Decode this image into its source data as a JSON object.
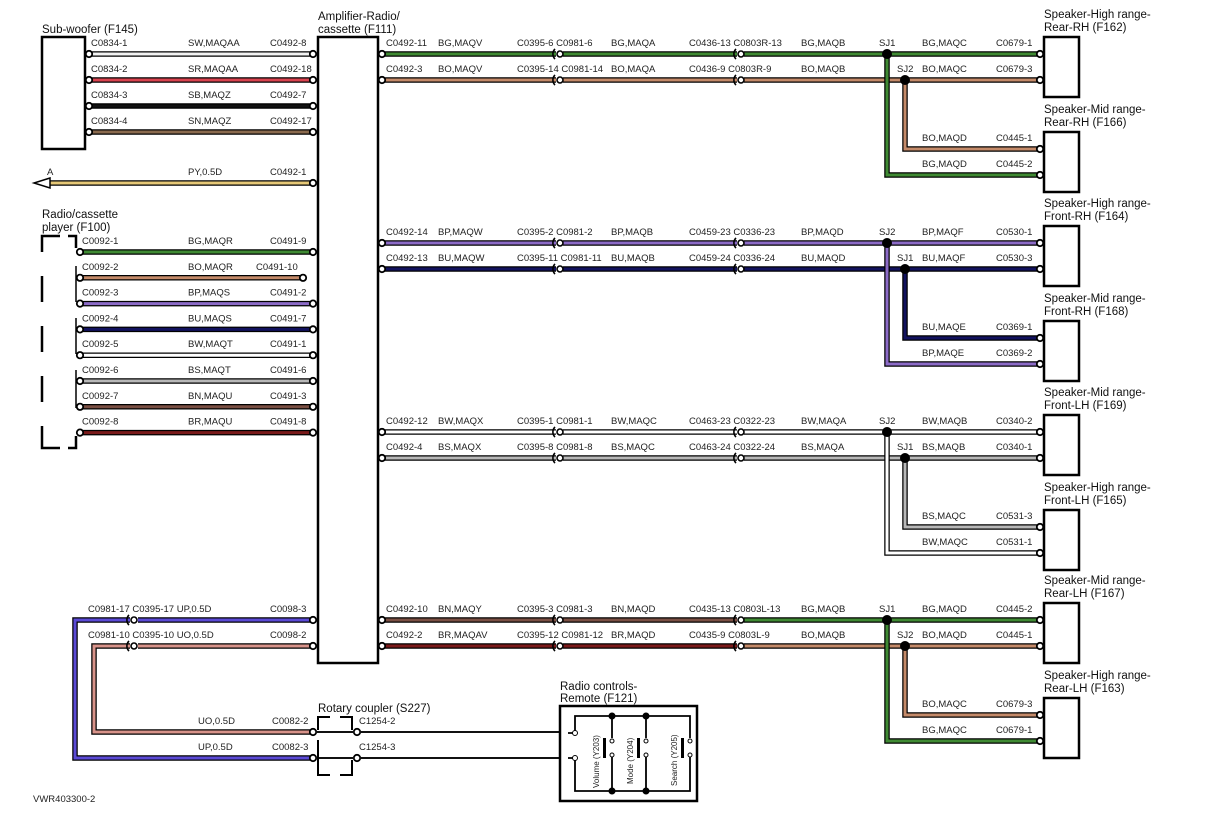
{
  "figure_id": "VWR403300-2",
  "wire_colors": {
    "SW": "#f2f2f2",
    "SR": "#d9434f",
    "SB": "#111111",
    "SN": "#8a6a4e",
    "PY": "#e6c877",
    "BG": "#3f8a33",
    "BO": "#c48a69",
    "BP": "#8c6bc7",
    "BU": "#12125e",
    "BW": "#ffffff",
    "BS": "#b8b8b8",
    "BN": "#7a4f43",
    "BR": "#7a1a1a",
    "UP": "#5b4ad6",
    "UO": "#d8938a",
    "PLAIN": "#111111"
  },
  "components": {
    "subwoofer": "Sub-woofer (F145)",
    "amplifier": [
      "Amplifier-Radio/",
      "cassette (F111)"
    ],
    "radio_player": [
      "Radio/cassette",
      "player (F100)"
    ],
    "f162": [
      "Speaker-High range-",
      "Rear-RH (F162)"
    ],
    "f166": [
      "Speaker-Mid range-",
      "Rear-RH (F166)"
    ],
    "f164": [
      "Speaker-High range-",
      "Front-RH (F164)"
    ],
    "f168": [
      "Speaker-Mid range-",
      "Front-RH (F168)"
    ],
    "f169": [
      "Speaker-Mid range-",
      "Front-LH (F169)"
    ],
    "f165": [
      "Speaker-High range-",
      "Front-LH (F165)"
    ],
    "f167": [
      "Speaker-Mid range-",
      "Rear-LH (F167)"
    ],
    "f163": [
      "Speaker-High range-",
      "Rear-LH (F163)"
    ],
    "rotary": "Rotary coupler (S227)",
    "remote": [
      "Radio controls-",
      "Remote (F121)"
    ],
    "switches": [
      "Volume (Y203)",
      "Mode (Y204)",
      "Search (Y205)"
    ]
  },
  "subwoofer_wires": [
    {
      "left": "C0834-1",
      "circuit": "SW,MAQAA",
      "right": "C0492-8",
      "color": "SW"
    },
    {
      "left": "C0834-2",
      "circuit": "SR,MAQAA",
      "right": "C0492-18",
      "color": "SR"
    },
    {
      "left": "C0834-3",
      "circuit": "SB,MAQZ",
      "right": "C0492-7",
      "color": "SB"
    },
    {
      "left": "C0834-4",
      "circuit": "SN,MAQZ",
      "right": "C0492-17",
      "color": "SN"
    }
  ],
  "ref_wire": {
    "arrow_label": "A",
    "circuit": "PY,0.5D",
    "right": "C0492-1",
    "color": "PY"
  },
  "radio_wires": [
    {
      "left": "C0092-1",
      "circuit": "BG,MAQR",
      "right": "C0491-9",
      "color": "BG"
    },
    {
      "left": "C0092-2",
      "circuit": "BO,MAQR",
      "right": "C0491-10",
      "color": "BO"
    },
    {
      "left": "C0092-3",
      "circuit": "BP,MAQS",
      "right": "C0491-2",
      "color": "BP"
    },
    {
      "left": "C0092-4",
      "circuit": "BU,MAQS",
      "right": "C0491-7",
      "color": "BU"
    },
    {
      "left": "C0092-5",
      "circuit": "BW,MAQT",
      "right": "C0491-1",
      "color": "BW"
    },
    {
      "left": "C0092-6",
      "circuit": "BS,MAQT",
      "right": "C0491-6",
      "color": "BS"
    },
    {
      "left": "C0092-7",
      "circuit": "BN,MAQU",
      "right": "C0491-3",
      "color": "BN"
    },
    {
      "left": "C0092-8",
      "circuit": "BR,MAQU",
      "right": "C0491-8",
      "color": "BR"
    }
  ],
  "speaker_groups": [
    {
      "wires": [
        {
          "c1": "C0492-11",
          "k1": "BG,MAQV",
          "c2": "C0395-6 C0981-6",
          "k2": "BG,MAQA",
          "c3": "C0436-13 C0803R-13",
          "k3": "BG,MAQB",
          "sj": "SJ1",
          "k4": "BG,MAQC",
          "end": "C0679-1",
          "color": "BG"
        },
        {
          "c1": "C0492-3",
          "k1": "BO,MAQV",
          "c2": "C0395-14 C0981-14",
          "k2": "BO,MAQA",
          "c3": "C0436-9 C0803R-9",
          "k3": "BO,MAQB",
          "sj": "SJ2",
          "k4": "BO,MAQC",
          "end": "C0679-3",
          "color": "BO"
        }
      ],
      "branches": [
        {
          "circuit": "BO,MAQD",
          "end": "C0445-1",
          "color": "BO"
        },
        {
          "circuit": "BG,MAQD",
          "end": "C0445-2",
          "color": "BG"
        }
      ],
      "upper": "f162",
      "lower": "f166"
    },
    {
      "wires": [
        {
          "c1": "C0492-14",
          "k1": "BP,MAQW",
          "c2": "C0395-2 C0981-2",
          "k2": "BP,MAQB",
          "c3": "C0459-23 C0336-23",
          "k3": "BP,MAQD",
          "sj": "SJ2",
          "k4": "BP,MAQF",
          "end": "C0530-1",
          "color": "BP"
        },
        {
          "c1": "C0492-13",
          "k1": "BU,MAQW",
          "c2": "C0395-11 C0981-11",
          "k2": "BU,MAQB",
          "c3": "C0459-24 C0336-24",
          "k3": "BU,MAQD",
          "sj": "SJ1",
          "k4": "BU,MAQF",
          "end": "C0530-3",
          "color": "BU"
        }
      ],
      "branches": [
        {
          "circuit": "BU,MAQE",
          "end": "C0369-1",
          "color": "BU"
        },
        {
          "circuit": "BP,MAQE",
          "end": "C0369-2",
          "color": "BP"
        }
      ],
      "upper": "f164",
      "lower": "f168"
    },
    {
      "wires": [
        {
          "c1": "C0492-12",
          "k1": "BW,MAQX",
          "c2": "C0395-1 C0981-1",
          "k2": "BW,MAQC",
          "c3": "C0463-23 C0322-23",
          "k3": "BW,MAQA",
          "sj": "SJ2",
          "k4": "BW,MAQB",
          "end": "C0340-2",
          "color": "BW"
        },
        {
          "c1": "C0492-4",
          "k1": "BS,MAQX",
          "c2": "C0395-8 C0981-8",
          "k2": "BS,MAQC",
          "c3": "C0463-24 C0322-24",
          "k3": "BS,MAQA",
          "sj": "SJ1",
          "k4": "BS,MAQB",
          "end": "C0340-1",
          "color": "BS"
        }
      ],
      "branches": [
        {
          "circuit": "BS,MAQC",
          "end": "C0531-3",
          "color": "BS"
        },
        {
          "circuit": "BW,MAQC",
          "end": "C0531-1",
          "color": "BW"
        }
      ],
      "upper": "f169",
      "lower": "f165"
    },
    {
      "wires": [
        {
          "c1": "C0492-10",
          "k1": "BN,MAQY",
          "c2": "C0395-3 C0981-3",
          "k2": "BN,MAQD",
          "c3": "C0435-13 C0803L-13",
          "k3": "BG,MAQB",
          "sj": "SJ1",
          "k4": "BG,MAQD",
          "end": "C0445-2",
          "color": "BN",
          "color2": "BG"
        },
        {
          "c1": "C0492-2",
          "k1": "BR,MAQAV",
          "c2": "C0395-12 C0981-12",
          "k2": "BR,MAQD",
          "c3": "C0435-9 C0803L-9",
          "k3": "BO,MAQB",
          "sj": "SJ2",
          "k4": "BO,MAQD",
          "end": "C0445-1",
          "color": "BR",
          "color2": "BO"
        }
      ],
      "branches": [
        {
          "circuit": "BO,MAQC",
          "end": "C0679-3",
          "color": "BO"
        },
        {
          "circuit": "BG,MAQC",
          "end": "C0679-1",
          "color": "BG"
        }
      ],
      "upper": "f167",
      "lower": "f163"
    }
  ],
  "remote_wires": [
    {
      "inline": "C0981-17 C0395-17",
      "circuit": "UP,0.5D",
      "amp": "C0098-3",
      "lower_circuit": "UP,0.5D",
      "rc_left": "C0082-3",
      "rc_right": "C1254-3",
      "color": "UP"
    },
    {
      "inline": "C0981-10 C0395-10",
      "circuit": "UO,0.5D",
      "amp": "C0098-2",
      "lower_circuit": "UO,0.5D",
      "rc_left": "C0082-2",
      "rc_right": "C1254-2",
      "color": "UO"
    }
  ]
}
